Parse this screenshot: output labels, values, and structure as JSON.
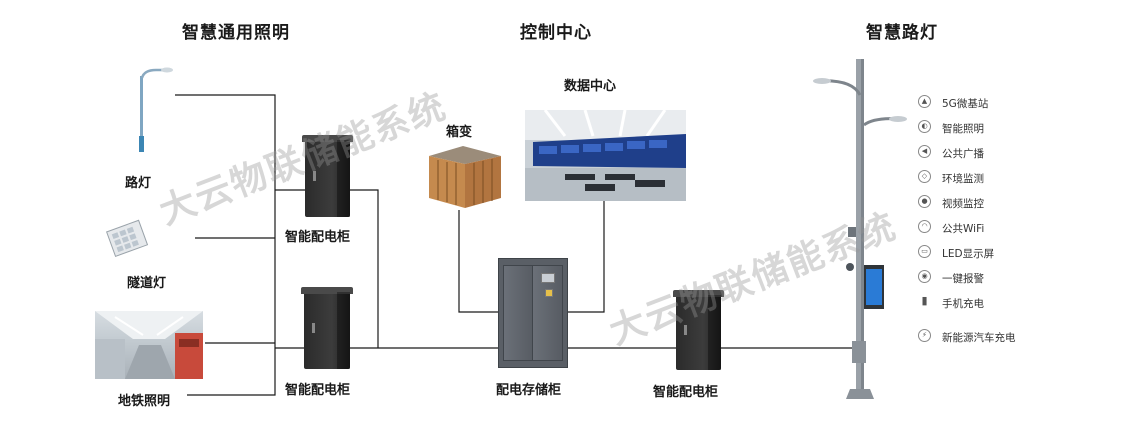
{
  "sections": {
    "left": "智慧通用照明",
    "center": "控制中心",
    "right": "智慧路灯"
  },
  "labels": {
    "data_center": "数据中心",
    "substation": "箱变",
    "street_light": "路灯",
    "tunnel_light": "隧道灯",
    "subway_lighting": "地铁照明",
    "cabinet_top": "智能配电柜",
    "cabinet_bottom": "智能配电柜",
    "storage_cabinet": "配电存储柜",
    "cabinet_right": "智能配电柜"
  },
  "watermark": "大云物联储能系统",
  "features": [
    {
      "icon": "antenna-icon",
      "label": "5G微基站"
    },
    {
      "icon": "light-icon",
      "label": "智能照明"
    },
    {
      "icon": "speaker-icon",
      "label": "公共广播"
    },
    {
      "icon": "environment-icon",
      "label": "环境监测"
    },
    {
      "icon": "camera-icon",
      "label": "视频监控"
    },
    {
      "icon": "wifi-icon",
      "label": "公共WiFi"
    },
    {
      "icon": "display-icon",
      "label": "LED显示屏"
    },
    {
      "icon": "alarm-icon",
      "label": "一键报警"
    },
    {
      "icon": "charger-icon",
      "label": "手机充电"
    },
    {
      "icon": "ev-charger-icon",
      "label": "新能源汽车充电"
    }
  ]
}
